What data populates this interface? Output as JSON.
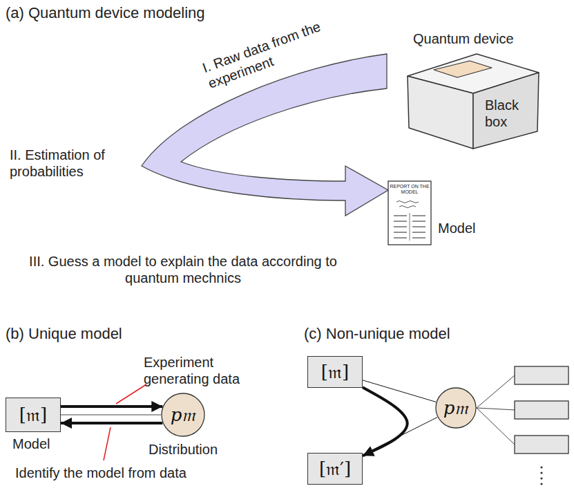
{
  "diagram": {
    "nodes": [
      {
        "text": [
          "[𝔪]"
        ]
      },
      {
        "text": [
          "p𝔪"
        ]
      },
      {
        "text": [
          "[𝔪]"
        ]
      },
      {
        "text": [
          "p𝔪"
        ]
      },
      {
        "text": [
          "[𝔪′]"
        ]
      }
    ],
    "edges": [
      {
        "from": 0,
        "to": 1,
        "arrow": "to"
      },
      {
        "from": 1,
        "to": 0,
        "arrow": "to"
      },
      {
        "from": 2,
        "to": 3,
        "arrow": "none"
      },
      {
        "from": 3,
        "to": 4,
        "arrow": "none"
      },
      {
        "from": 2,
        "to": 4,
        "arrow": "to"
      }
    ],
    "labels": [
      "(a) Quantum device modeling",
      "Quantum device",
      "Black box",
      "I. Raw data from the experiment",
      "II. Estimation of probabilities",
      "REPORT ON THE MODEL",
      "Model",
      "III. Guess a model to explain the data according to quantum mechnics",
      "(b) Unique model",
      "Experiment generating data",
      "Model",
      "Distribution",
      "Identify the model from data",
      "(c) Non-unique model"
    ]
  }
}
